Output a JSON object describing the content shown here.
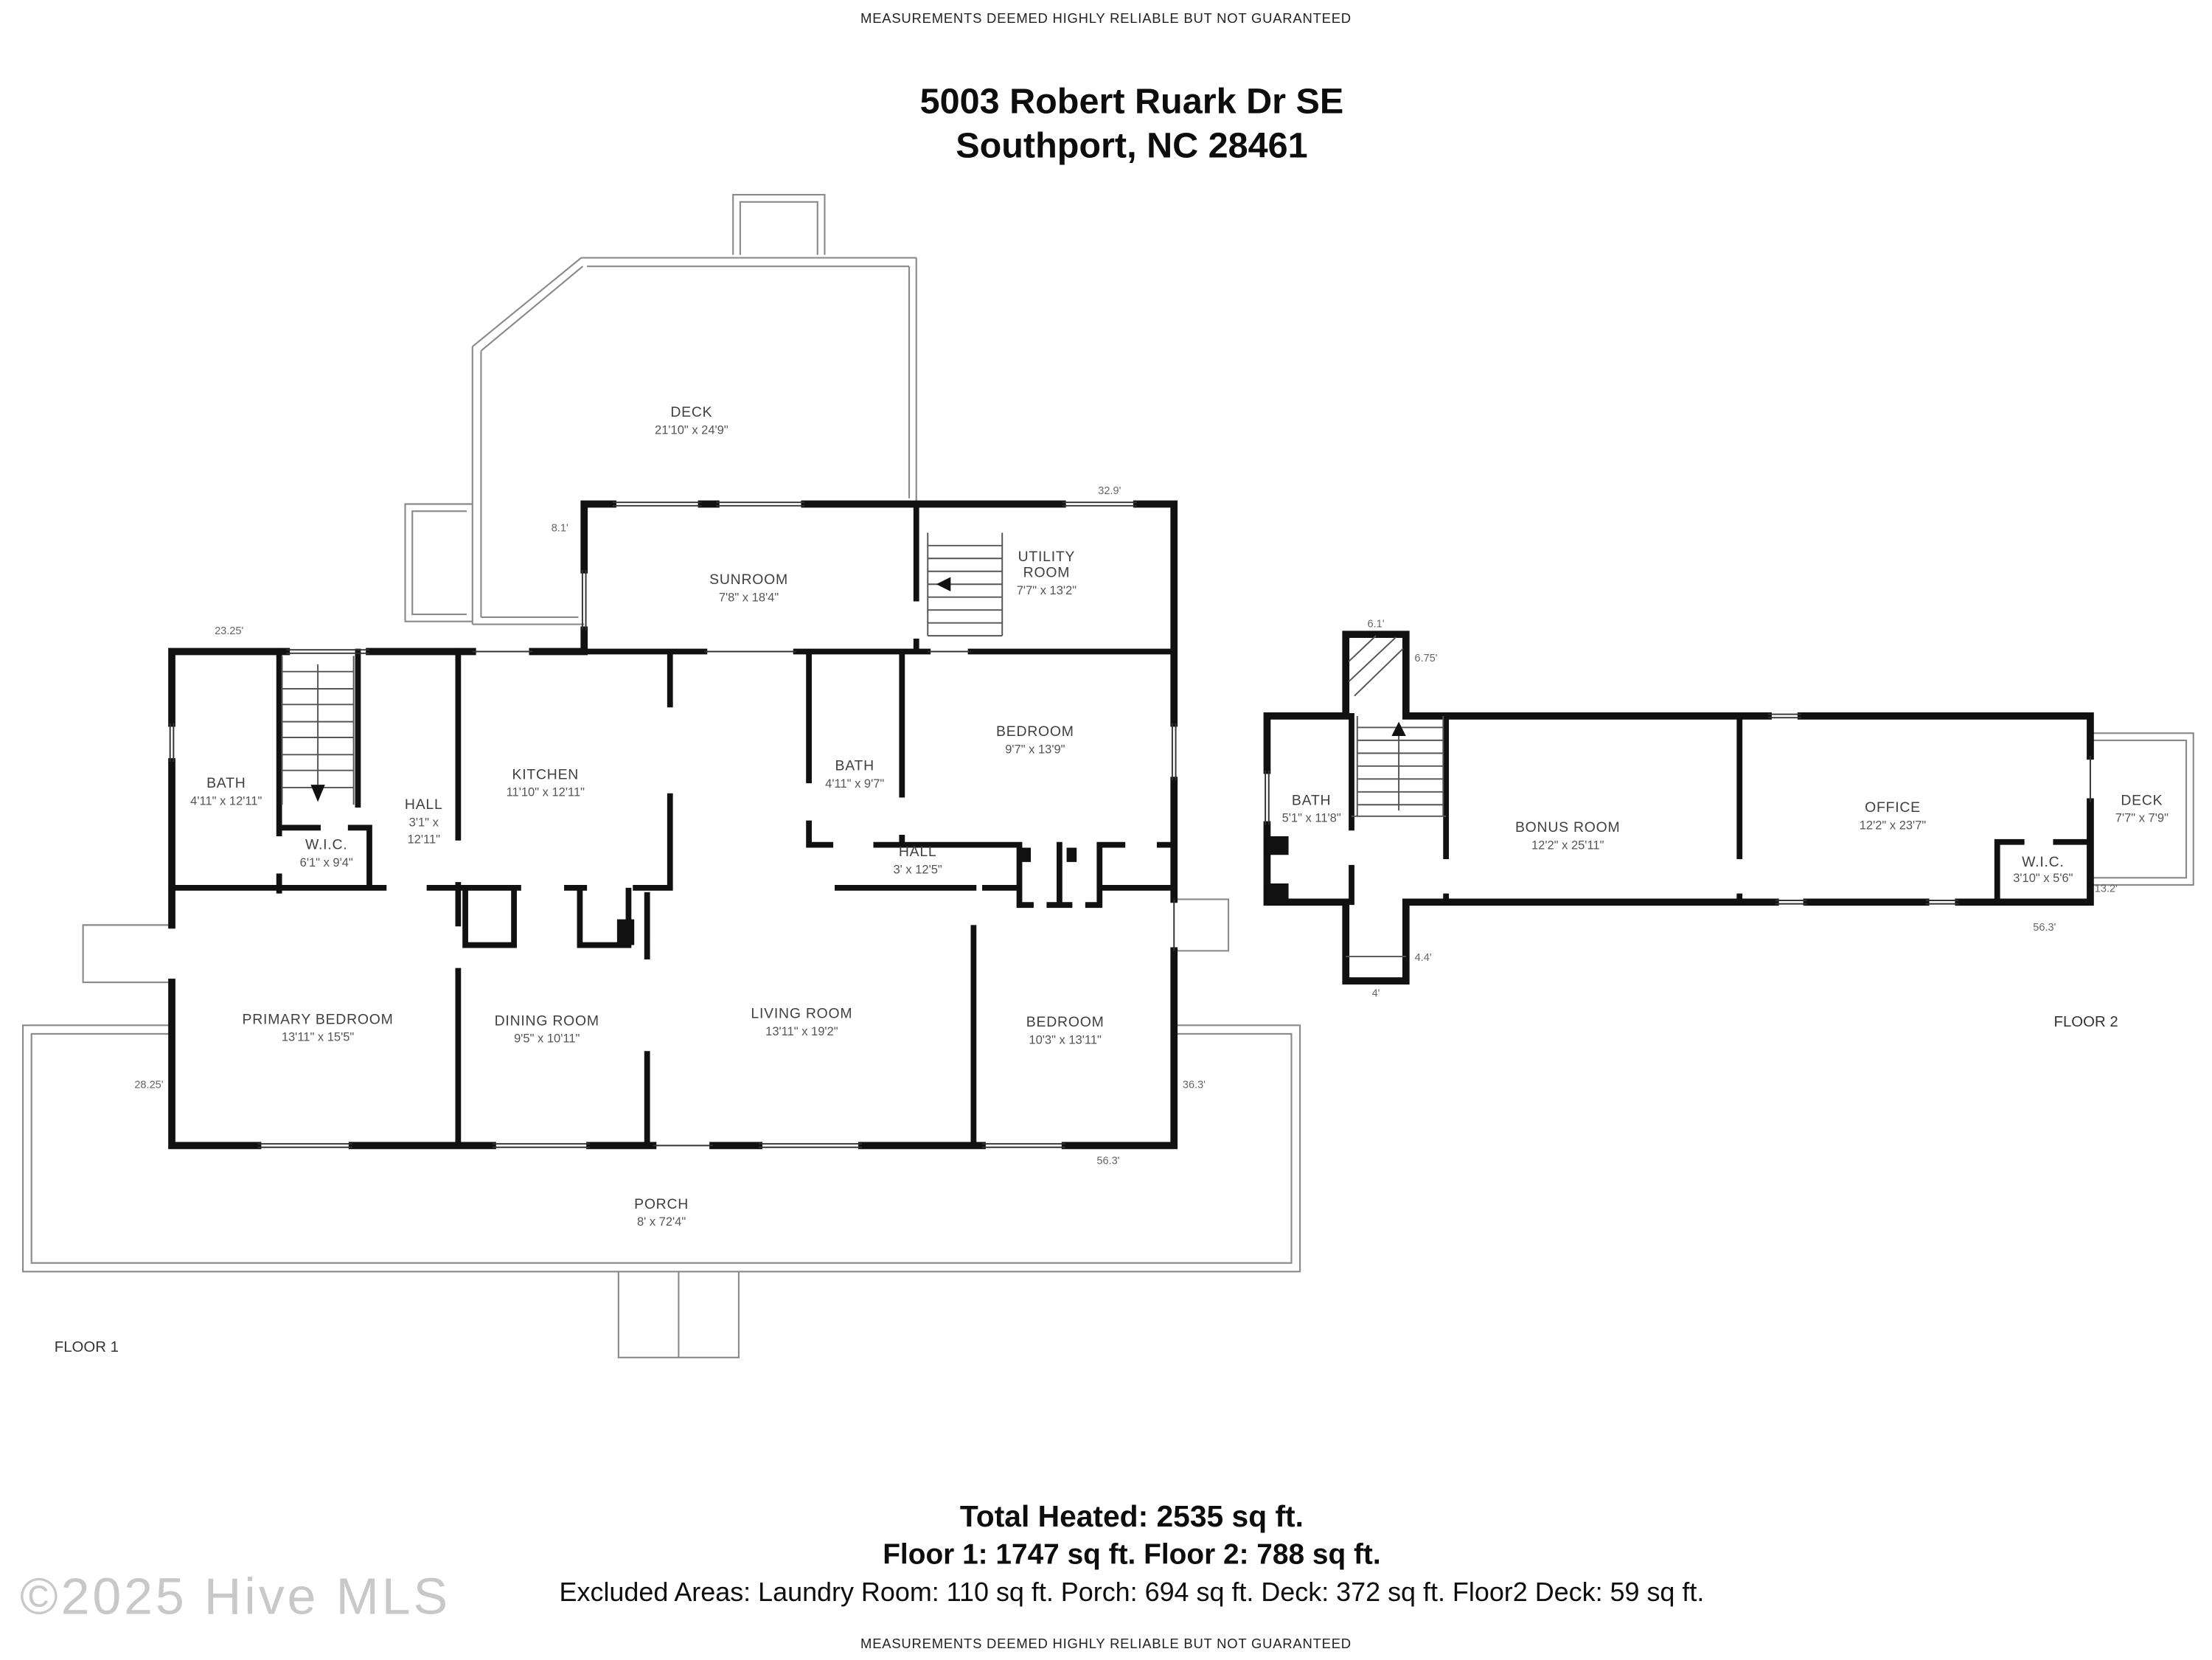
{
  "page": {
    "top_disclaimer": "MEASUREMENTS DEEMED HIGHLY RELIABLE BUT NOT GUARANTEED",
    "bottom_disclaimer": "MEASUREMENTS DEEMED HIGHLY RELIABLE BUT NOT GUARANTEED",
    "watermark": "©2025 Hive MLS"
  },
  "header": {
    "address_line1": "5003 Robert Ruark Dr SE",
    "address_line2": "Southport, NC 28461"
  },
  "floor1": {
    "label": "FLOOR 1",
    "rooms": {
      "deck": {
        "name": "DECK",
        "dims": "21'10\" x 24'9\""
      },
      "sunroom": {
        "name": "SUNROOM",
        "dims": "7'8\" x 18'4\""
      },
      "utility": {
        "name1": "UTILITY",
        "name2": "ROOM",
        "dims": "7'7\" x 13'2\""
      },
      "bath1": {
        "name": "BATH",
        "dims": "4'11\" x 12'11\""
      },
      "hall1": {
        "name": "HALL",
        "dims1": "3'1\" x",
        "dims2": "12'11\""
      },
      "kitchen": {
        "name": "KITCHEN",
        "dims": "11'10\" x 12'11\""
      },
      "bath2": {
        "name": "BATH",
        "dims": "4'11\" x 9'7\""
      },
      "bedroom1": {
        "name": "BEDROOM",
        "dims": "9'7\" x 13'9\""
      },
      "wic": {
        "name": "W.I.C.",
        "dims": "6'1\" x 9'4\""
      },
      "hall2": {
        "name": "HALL",
        "dims": "3' x 12'5\""
      },
      "primary": {
        "name": "PRIMARY BEDROOM",
        "dims": "13'11\" x 15'5\""
      },
      "dining": {
        "name": "DINING ROOM",
        "dims": "9'5\" x 10'11\""
      },
      "living": {
        "name": "LIVING ROOM",
        "dims": "13'11\" x 19'2\""
      },
      "bedroom2": {
        "name": "BEDROOM",
        "dims": "10'3\" x 13'11\""
      },
      "porch": {
        "name": "PORCH",
        "dims": "8' x 72'4\""
      }
    },
    "dims": {
      "top_right": "32.9'",
      "sunroom_left": "8.1'",
      "upper_left": "23.25'",
      "lower_left": "28.25'",
      "lower_right": "36.3'",
      "bottom": "56.3'"
    }
  },
  "floor2": {
    "label": "FLOOR 2",
    "rooms": {
      "bath": {
        "name": "BATH",
        "dims": "5'1\" x 11'8\""
      },
      "bonus": {
        "name": "BONUS ROOM",
        "dims": "12'2\" x 25'11\""
      },
      "office": {
        "name": "OFFICE",
        "dims": "12'2\" x 23'7\""
      },
      "deck": {
        "name": "DECK",
        "dims": "7'7\" x 7'9\""
      },
      "wic": {
        "name": "W.I.C.",
        "dims": "3'10\" x 5'6\""
      }
    },
    "dims": {
      "stair_top": "6.1'",
      "stair_right": "6.75'",
      "stair_bottom": "4.4'",
      "landing": "4'",
      "right": "13.2'",
      "bottom": "56.3'"
    }
  },
  "footer": {
    "total_heated": "Total Heated: 2535 sq ft.",
    "floor_breakdown": "Floor 1: 1747 sq ft. Floor 2: 788 sq ft.",
    "excluded": "Excluded Areas: Laundry Room: 110 sq ft. Porch: 694 sq ft. Deck: 372 sq ft. Floor2 Deck: 59 sq ft."
  }
}
